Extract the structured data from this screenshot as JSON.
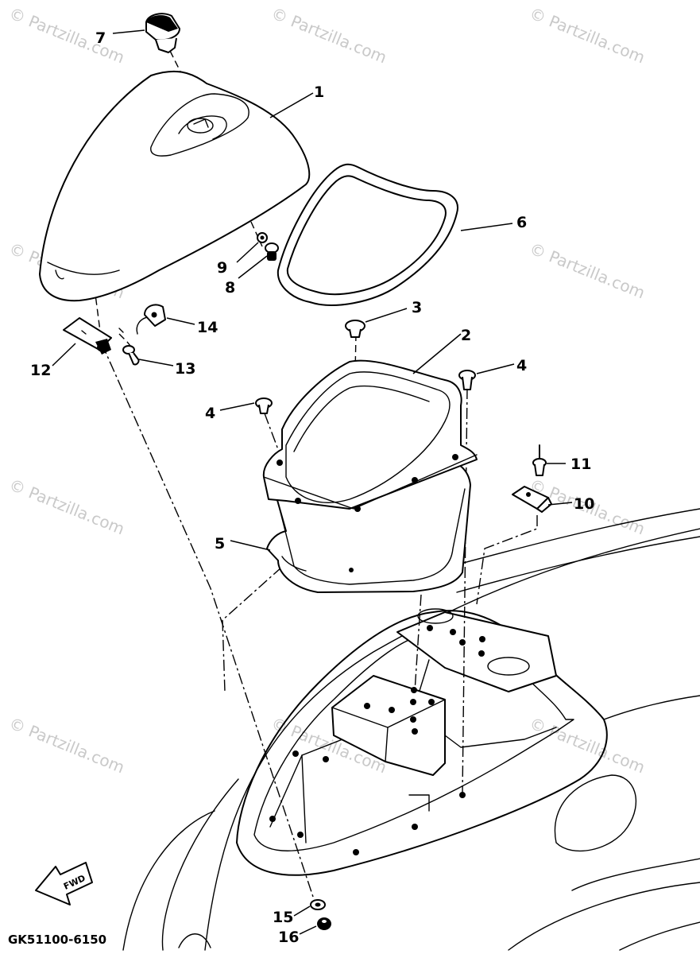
{
  "diagram_code": "GK51100-6150",
  "fwd_label": "FWD",
  "watermark_text": "© Partzilla.com",
  "callouts": {
    "p1": "1",
    "p2": "2",
    "p3": "3",
    "p4a": "4",
    "p4b": "4",
    "p5": "5",
    "p6": "6",
    "p7": "7",
    "p8": "8",
    "p9": "9",
    "p10": "10",
    "p11": "11",
    "p12": "12",
    "p13": "13",
    "p14": "14",
    "p15": "15",
    "p16": "16"
  }
}
